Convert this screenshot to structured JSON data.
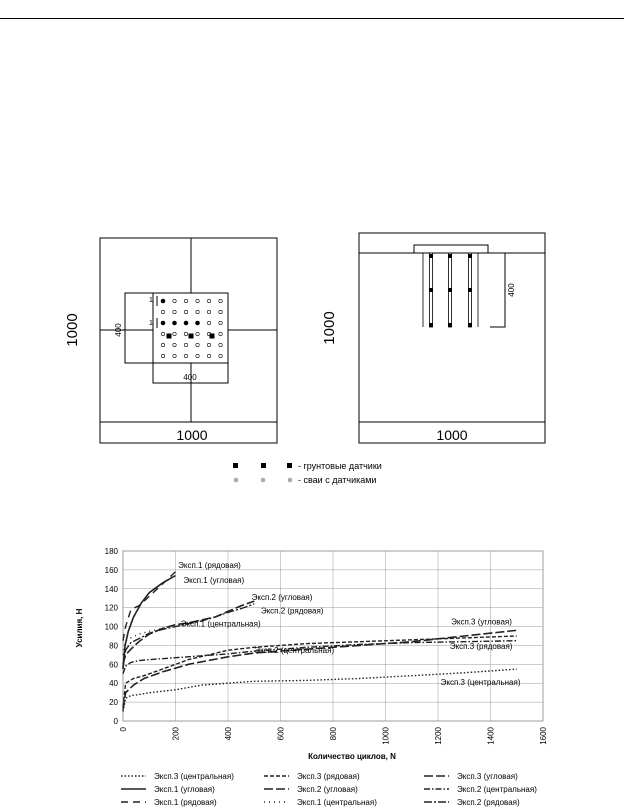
{
  "scheme": {
    "plan": {
      "width_label": "1000",
      "height_label": "1000",
      "grid_width_label": "400",
      "grid_height_label": "400",
      "dim_a": "1",
      "dim_b": "1"
    },
    "section": {
      "width_label": "1000",
      "height_label": "1000",
      "pile_length_label": "400"
    },
    "legend": {
      "soil_sensors": "- грунтовые датчики",
      "piles_with_sensors": "- сваи с датчиками"
    }
  },
  "chart_data": {
    "type": "line",
    "xlabel": "Количество циклов, N",
    "ylabel": "Усилия, Н",
    "xlim": [
      0,
      1600
    ],
    "ylim": [
      0,
      180
    ],
    "xticks": [
      0,
      200,
      400,
      600,
      800,
      1000,
      1200,
      1400,
      1600
    ],
    "yticks": [
      0,
      20,
      40,
      60,
      80,
      100,
      120,
      140,
      160,
      180
    ],
    "grid": true,
    "legend_position": "bottom",
    "series": [
      {
        "name": "Эксп.3 (центральная)",
        "style": "dotted",
        "width": 1.4,
        "x": [
          0,
          10,
          30,
          60,
          100,
          200,
          300,
          400,
          500,
          700,
          900,
          1100,
          1300,
          1500
        ],
        "y": [
          10,
          24,
          27,
          28,
          30,
          33,
          38,
          40,
          42,
          43,
          45,
          48,
          51,
          55
        ]
      },
      {
        "name": "Эксп.3 (рядовая)",
        "style": "dashed-short",
        "width": 1.4,
        "x": [
          0,
          10,
          40,
          80,
          150,
          250,
          400,
          500,
          700,
          900,
          1100,
          1300,
          1500
        ],
        "y": [
          15,
          40,
          45,
          48,
          55,
          65,
          75,
          78,
          82,
          84,
          86,
          88,
          90
        ]
      },
      {
        "name": "Эксп.3 (угловая)",
        "style": "dashed-long",
        "width": 1.6,
        "x": [
          0,
          10,
          40,
          80,
          150,
          250,
          400,
          500,
          700,
          900,
          1100,
          1300,
          1500
        ],
        "y": [
          12,
          30,
          38,
          45,
          52,
          60,
          68,
          72,
          76,
          80,
          84,
          90,
          96
        ]
      },
      {
        "name": "Эксп.1 (угловая)",
        "style": "solid",
        "width": 1.6,
        "x": [
          0,
          8,
          20,
          40,
          70,
          100,
          150,
          200
        ],
        "y": [
          55,
          80,
          95,
          110,
          125,
          136,
          146,
          154
        ]
      },
      {
        "name": "Эксп.2 (угловая)",
        "style": "dashed-long",
        "width": 1.6,
        "x": [
          0,
          10,
          30,
          60,
          100,
          150,
          200,
          250,
          300,
          350,
          400,
          450,
          500
        ],
        "y": [
          60,
          70,
          76,
          84,
          92,
          98,
          102,
          104,
          107,
          110,
          116,
          122,
          127
        ]
      },
      {
        "name": "Эксп.2 (центральная)",
        "style": "dash-dot",
        "width": 1.4,
        "x": [
          0,
          10,
          30,
          60,
          100,
          150,
          200,
          300,
          400,
          500,
          700,
          900,
          1100,
          1300,
          1500
        ],
        "y": [
          50,
          58,
          62,
          64,
          65,
          66,
          67,
          69,
          71,
          74,
          78,
          81,
          83,
          84,
          85
        ]
      },
      {
        "name": "Эксп.1 (рядовая)",
        "style": "dash-gap",
        "width": 1.4,
        "x": [
          0,
          10,
          30,
          60,
          100,
          150,
          200
        ],
        "y": [
          85,
          100,
          118,
          122,
          132,
          145,
          158
        ]
      },
      {
        "name": "Эксп.1 (центральная)",
        "style": "dotted-sparse",
        "width": 1.4,
        "x": [
          0,
          10,
          30,
          60,
          100,
          150,
          200
        ],
        "y": [
          70,
          85,
          88,
          92,
          95,
          98,
          102
        ]
      },
      {
        "name": "Эксп.2 (рядовая)",
        "style": "dash-dot-long",
        "width": 1.4,
        "x": [
          0,
          10,
          30,
          60,
          100,
          150,
          200,
          250,
          300,
          350,
          400,
          450,
          500
        ],
        "y": [
          58,
          75,
          83,
          87,
          93,
          97,
          100,
          103,
          106,
          110,
          115,
          119,
          124
        ]
      }
    ],
    "annotations": [
      {
        "text": "Эксп.1 (рядовая)",
        "x": 210,
        "y": 162
      },
      {
        "text": "Эксп.1 (угловая)",
        "x": 230,
        "y": 146
      },
      {
        "text": "Эксп.2 (угловая)",
        "x": 490,
        "y": 128
      },
      {
        "text": "Эксп.2 (рядовая)",
        "x": 525,
        "y": 114
      },
      {
        "text": "Эксп.1 (центральная)",
        "x": 220,
        "y": 100
      },
      {
        "text": "Эксп.3 (угловая)",
        "x": 1250,
        "y": 102
      },
      {
        "text": "Эксп.3 (рядовая)",
        "x": 1245,
        "y": 76
      },
      {
        "text": "Эксп.2 (центральная)",
        "x": 500,
        "y": 72
      },
      {
        "text": "Эксп.3 (центральная)",
        "x": 1210,
        "y": 38
      }
    ]
  }
}
